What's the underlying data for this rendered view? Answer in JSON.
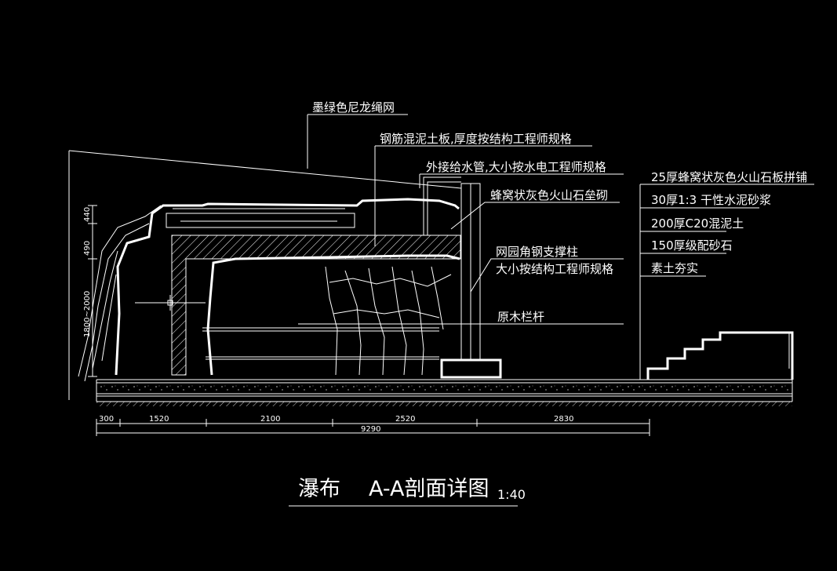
{
  "callouts": {
    "net": "墨绿色尼龙绳网",
    "slab": "钢筋混泥土板,厚度按结构工程师规格",
    "pipe": "外接给水管,大小按水电工程师规格",
    "masonry": "蜂窝状灰色火山石垒砌",
    "column_1": "网园角钢支撑柱",
    "column_2": "大小按结构工程师规格",
    "railing": "原木栏杆"
  },
  "layers": [
    "25厚蜂窝状灰色火山石板拼铺",
    "30厚1:3 干性水泥砂浆",
    "200厚C20混泥土",
    "150厚级配砂石",
    "素土夯实"
  ],
  "vertical_dims": [
    "440",
    "490",
    "1800~2000"
  ],
  "horizontal_dims": [
    "300",
    "1520",
    "2100",
    "2520",
    "2830"
  ],
  "total_dim": "9290",
  "title": {
    "main": "瀑布",
    "section": "A-A剖面详图",
    "scale": "1:40"
  }
}
